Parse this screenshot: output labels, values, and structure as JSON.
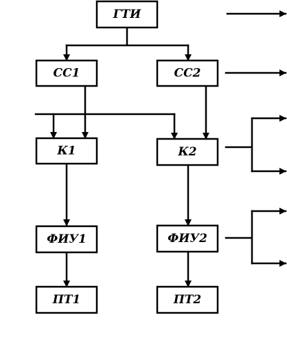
{
  "diagram": {
    "blocks": {
      "gti": "ГТИ",
      "ss1": "СС1",
      "ss2": "СС2",
      "k1": "К1",
      "k2": "К2",
      "fiu1": "ФИУ1",
      "fiu2": "ФИУ2",
      "pt1": "ПТ1",
      "pt2": "ПТ2"
    }
  }
}
